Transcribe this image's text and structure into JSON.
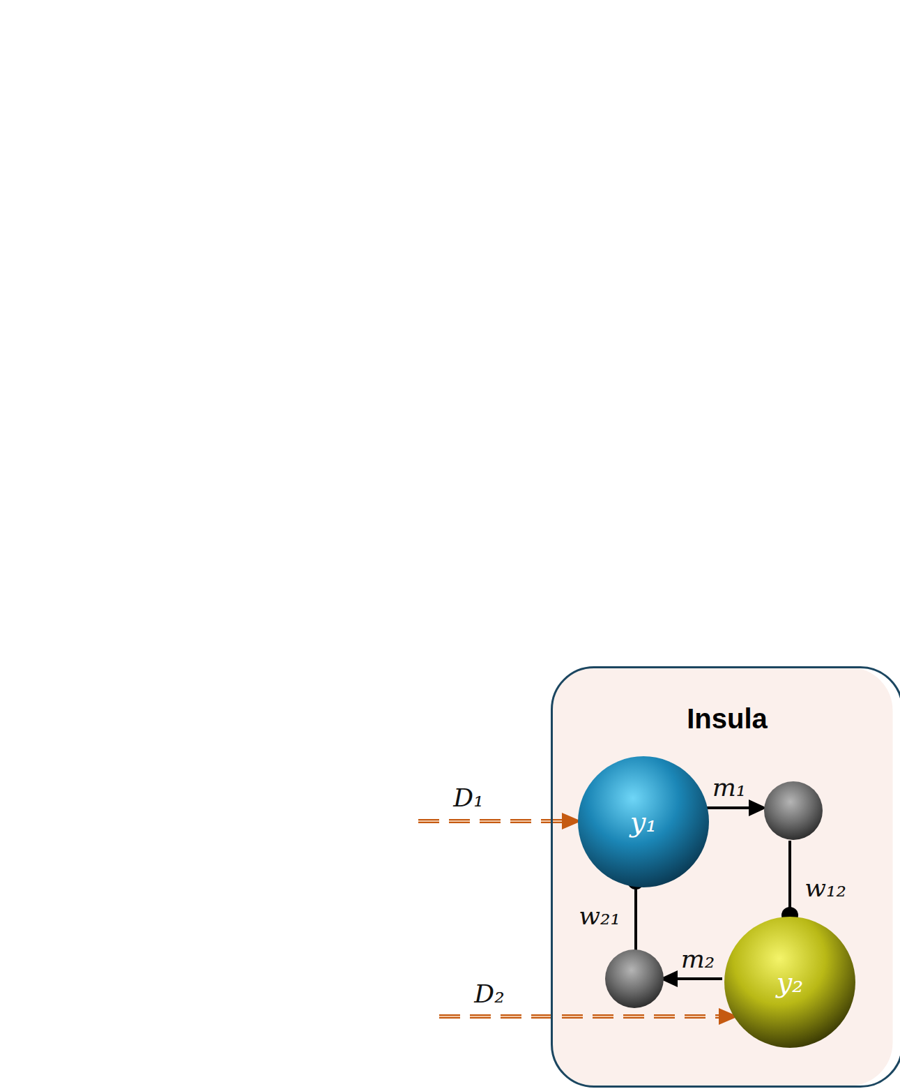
{
  "diagram": {
    "nodes": [
      {
        "text": [
          "Insula"
        ]
      },
      {
        "text": [
          "y₁"
        ],
        "in": 0
      },
      {
        "text": [
          "y₂"
        ],
        "in": 0
      }
    ],
    "labels": [
      "D₁",
      "D₂",
      "m₁",
      "w₁₂",
      "m₂",
      "w₂₁"
    ]
  }
}
